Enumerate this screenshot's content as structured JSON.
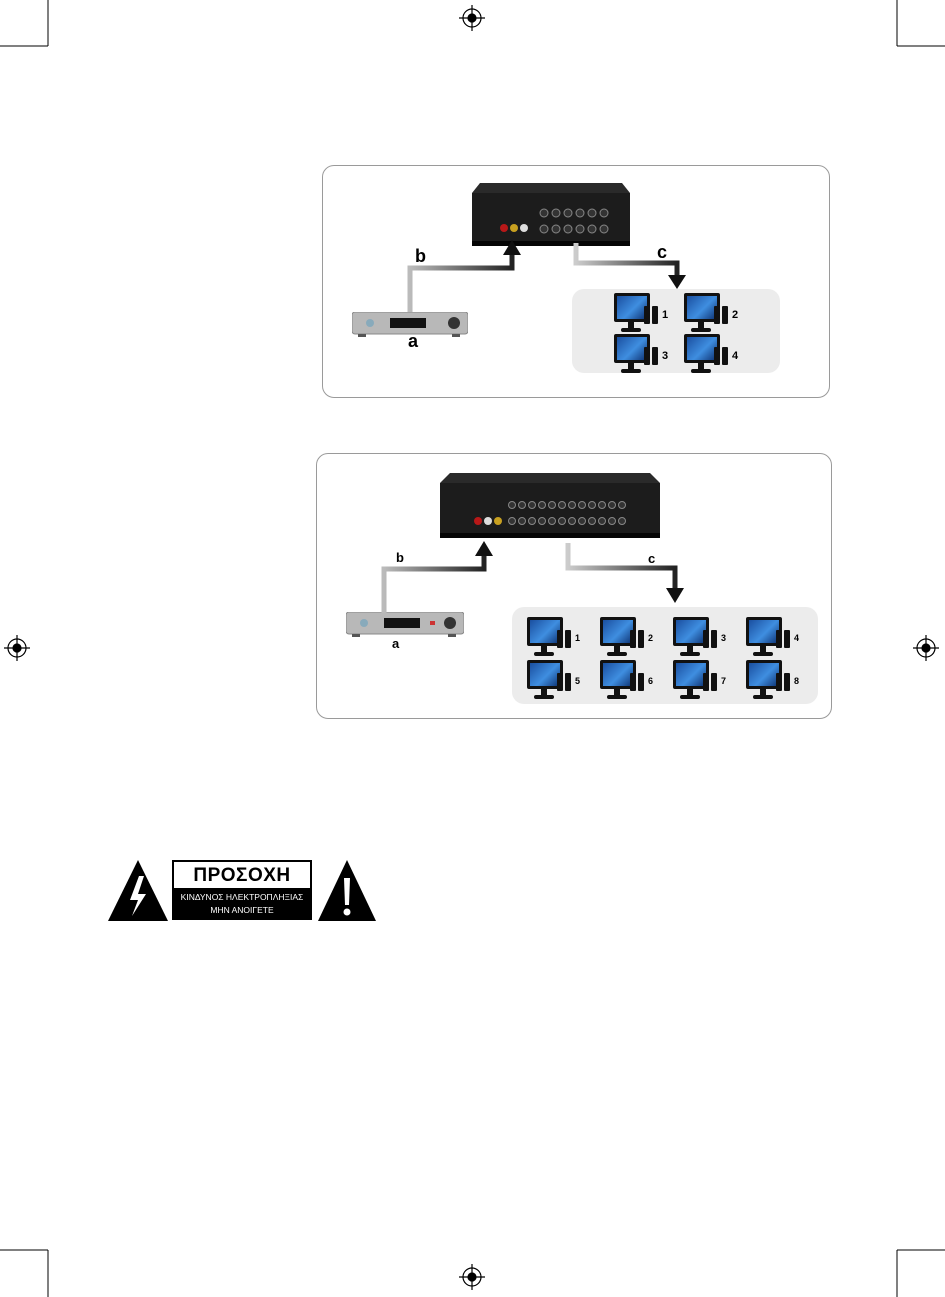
{
  "diagram1": {
    "labels": {
      "a": "a",
      "b": "b",
      "c": "c"
    },
    "outputs": [
      "1",
      "2",
      "3",
      "4"
    ]
  },
  "diagram2": {
    "labels": {
      "a": "a",
      "b": "b",
      "c": "c"
    },
    "outputs": [
      "1",
      "2",
      "3",
      "4",
      "5",
      "6",
      "7",
      "8"
    ]
  },
  "warning": {
    "title": "ΠΡΟΣΟΧΗ",
    "line1": "ΚΙΝΔΥΝΟΣ ΗΛΕΚΤΡΟΠΛΗΞΙΑΣ",
    "line2": "ΜΗΝ ΑΝΟΙΓΕΤΕ"
  }
}
